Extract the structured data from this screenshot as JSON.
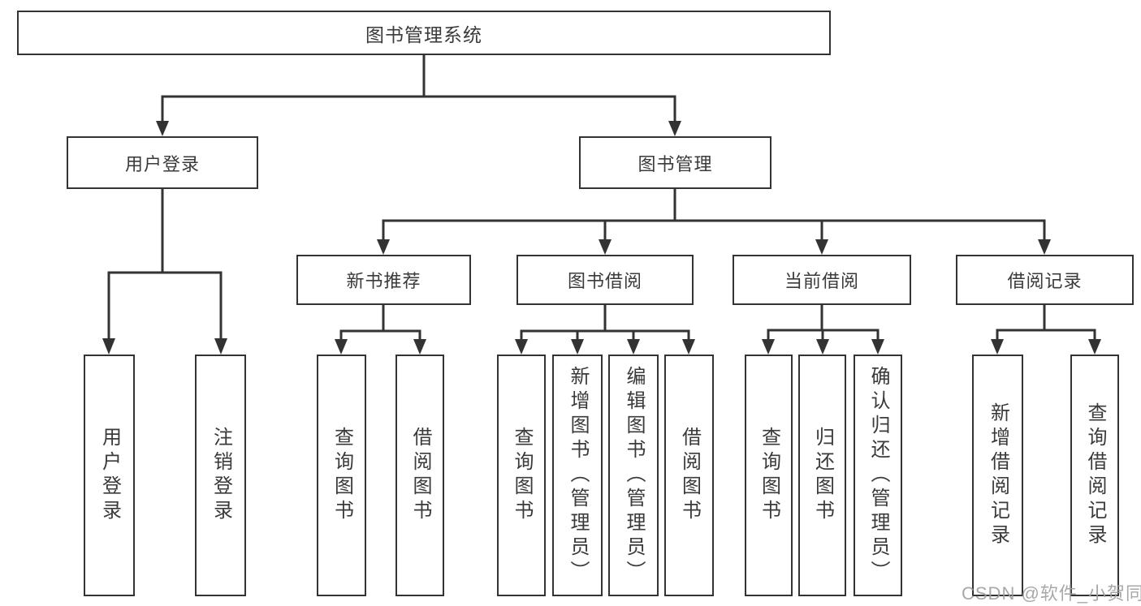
{
  "diagram": {
    "type": "tree",
    "root": {
      "label": "图书管理系统"
    },
    "level2": {
      "user_login": {
        "label": "用户登录"
      },
      "book_mgmt": {
        "label": "图书管理"
      }
    },
    "level3": {
      "new_book_rec": {
        "label": "新书推荐"
      },
      "book_borrow": {
        "label": "图书借阅"
      },
      "current_borrow": {
        "label": "当前借阅"
      },
      "borrow_record": {
        "label": "借阅记录"
      }
    },
    "leaves": {
      "user_login": [
        "用户登录",
        "注销登录"
      ],
      "new_book_rec": [
        "查询图书",
        "借阅图书"
      ],
      "book_borrow": [
        "查询图书",
        "新增图书（管理员）",
        "编辑图书（管理员）",
        "借阅图书"
      ],
      "current_borrow": [
        "查询图书",
        "归还图书",
        "确认归还（管理员）"
      ],
      "borrow_record": [
        "新增借阅记录",
        "查询借阅记录"
      ]
    }
  },
  "colors": {
    "line": "#333333",
    "text": "#3a3a3a",
    "background": "#ffffff",
    "watermark": "#9e9e9e"
  },
  "watermark": {
    "text": "CSDN @软件_小贺同学"
  }
}
